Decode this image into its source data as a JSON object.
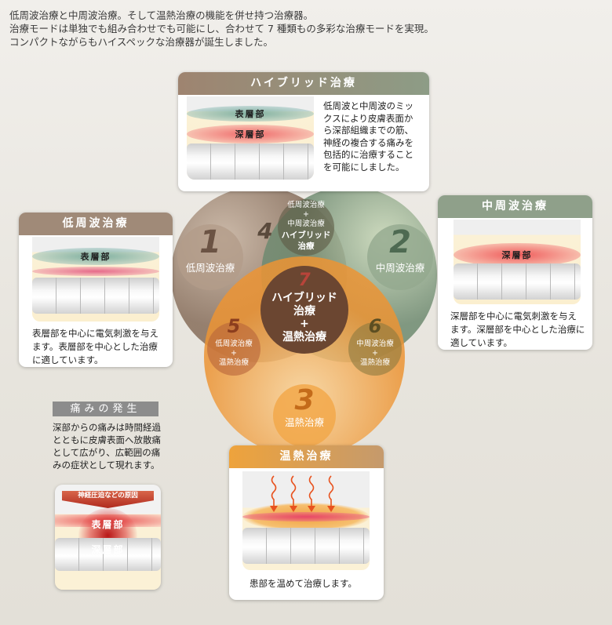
{
  "intro": [
    "低周波治療と中周波治療。そして温熱治療の機能を併せ持つ治療器。",
    "治療モードは単独でも組み合わせでも可能にし、合わせて 7 種類もの多彩な治療モードを実現。",
    "コンパクトながらもハイスペックな治療器が誕生しました。"
  ],
  "hybrid_card": {
    "title": "ハイブリッド治療",
    "label_surface": "表層部",
    "label_deep": "深層部",
    "desc": "低周波と中周波のミックスにより皮膚表面から深部組織までの筋、神経の複合する痛みを包括的に治療することを可能にしました。"
  },
  "low_card": {
    "title": "低周波治療",
    "label_surface": "表層部",
    "desc": "表層部を中心に電気刺激を与えます。表層部を中心とした治療に適しています。"
  },
  "mid_card": {
    "title": "中周波治療",
    "label_deep": "深層部",
    "desc": "深層部を中心に電気刺激を与えます。深層部を中心とした治療に適しています。"
  },
  "heat_card": {
    "title": "温熱治療",
    "desc": "患部を温めて治療します。"
  },
  "pain": {
    "title": "痛みの発生",
    "desc": "深部からの痛みは時間経過とともに皮膚表面へ放散痛として広がり、広範囲の痛みの症状として現れます。",
    "cause": "神経圧迫などの原因",
    "label_surface": "表層部",
    "label_deep": "深層部"
  },
  "venn": {
    "m1": {
      "num": "1",
      "label": "低周波治療"
    },
    "m2": {
      "num": "2",
      "label": "中周波治療"
    },
    "m3": {
      "num": "3",
      "label": "温熱治療"
    },
    "m4": {
      "num": "4",
      "l1": "低周波治療",
      "plus": "+",
      "l2": "中周波治療",
      "l3": "ハイブリッド",
      "l4": "治療"
    },
    "m5": {
      "num": "5",
      "l1": "低周波治療",
      "plus": "+",
      "l2": "温熱治療"
    },
    "m6": {
      "num": "6",
      "l1": "中周波治療",
      "plus": "+",
      "l2": "温熱治療"
    },
    "m7": {
      "num": "7",
      "l1": "ハイブリッド",
      "l2": "治療",
      "plus": "+",
      "l3": "温熱治療"
    }
  },
  "colors": {
    "low": "#9c8572",
    "mid": "#8a9e85",
    "heat": "#ee9a3a",
    "hybrid_center": "#6b4631"
  }
}
